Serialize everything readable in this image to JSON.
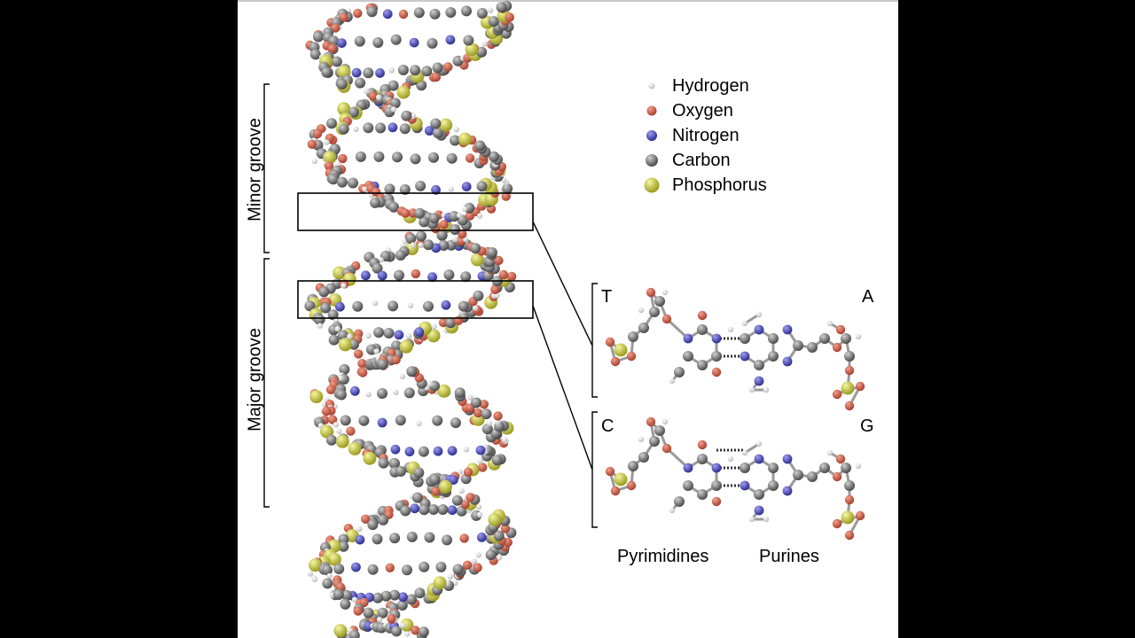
{
  "legend": [
    {
      "label": "Hydrogen",
      "color": "#f2f2f2"
    },
    {
      "label": "Oxygen",
      "color": "#d6705a"
    },
    {
      "label": "Nitrogen",
      "color": "#5757c8"
    },
    {
      "label": "Carbon",
      "color": "#8a8a8a"
    },
    {
      "label": "Phosphorus",
      "color": "#d8d84a"
    }
  ],
  "grooves": {
    "minor": "Minor groove",
    "major": "Major groove"
  },
  "pairs": {
    "top": {
      "left": "T",
      "right": "A"
    },
    "bottom": {
      "left": "C",
      "right": "G"
    }
  },
  "bases": {
    "pyrimidines": "Pyrimidines",
    "purines": "Purines"
  }
}
